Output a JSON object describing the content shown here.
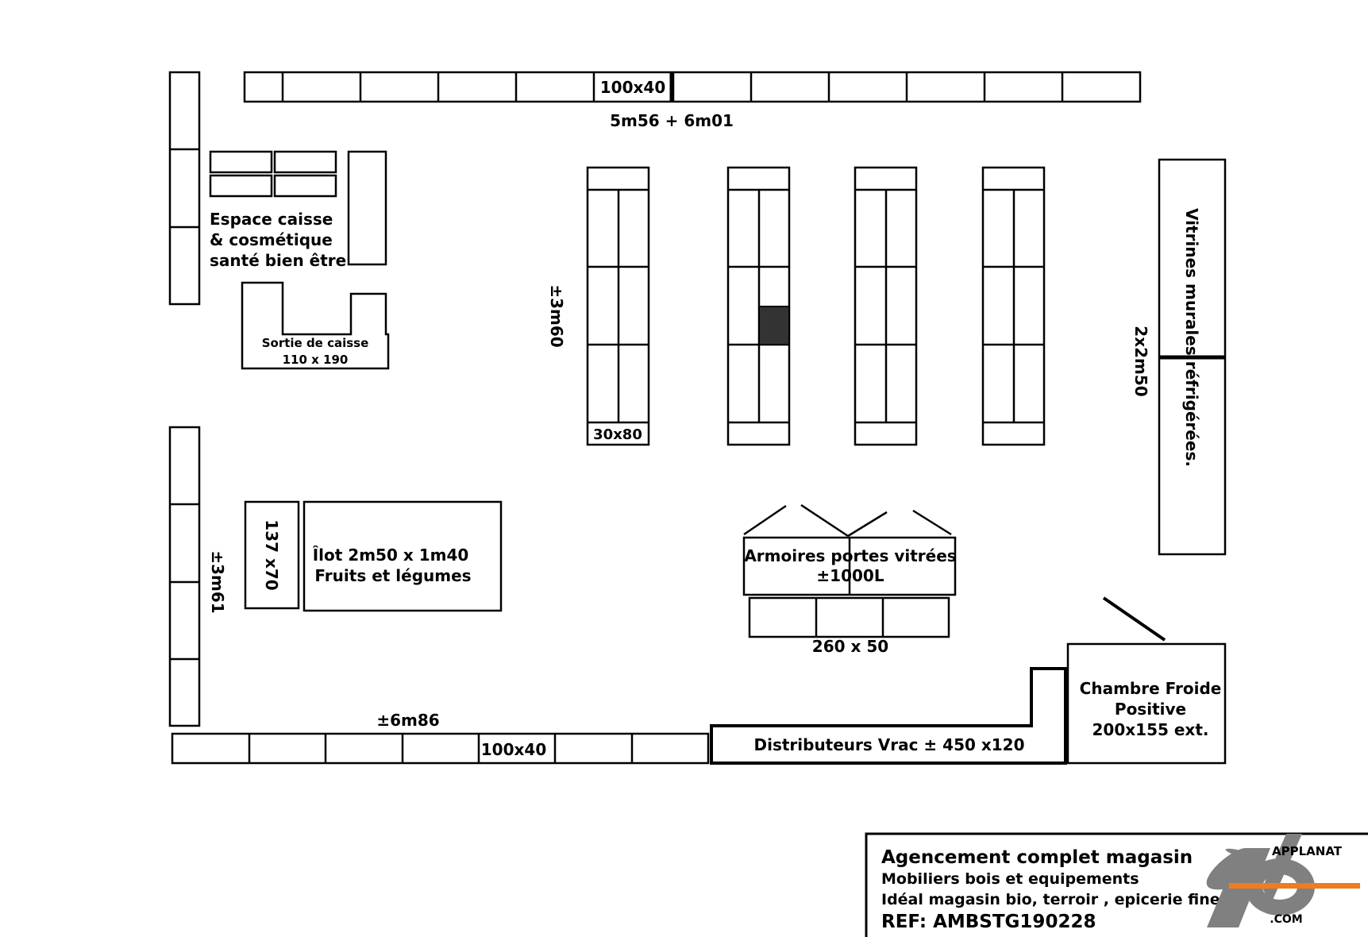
{
  "labels": {
    "top_shelf_size": "100x40",
    "top_wall_length": "5m56 + 6m01",
    "checkout_area_line1": "Espace caisse",
    "checkout_area_line2": "& cosmétique",
    "checkout_area_line3": "santé bien être",
    "checkout_exit_line1": "Sortie de caisse",
    "checkout_exit_line2": "110 x 190",
    "gondola_height": "±3m60",
    "gondola_head_size": "30x80",
    "wall_fridge_length": "2x2m50",
    "wall_fridge_title": "Vitrines murales réfrigérées.",
    "left_wall_length": "±3m61",
    "small_island_size": "137 x70",
    "island_line1": "Îlot 2m50 x 1m40",
    "island_line2": "Fruits et légumes",
    "glass_cabinets_line1": "Armoires portes vitrées",
    "glass_cabinets_line2": "±1000L",
    "glass_cabinets_size": "260 x 50",
    "cold_room_line1": "Chambre Froide",
    "cold_room_line2": "Positive",
    "cold_room_line3": "200x155 ext.",
    "bottom_wall_length": "±6m86",
    "bottom_shelf_size": "100x40",
    "bulk_dispensers": "Distributeurs Vrac  ± 450 x120"
  },
  "title_block": {
    "title": "Agencement complet magasin",
    "subtitle1": "Mobiliers bois et equipements",
    "subtitle2": "Idéal magasin bio, terroir , epicerie fine",
    "reference": "REF: AMBSTG190228",
    "logo_text_top": "APPLANAT",
    "logo_text_bottom": ".COM",
    "logo_icon": "applanat-logo-icon"
  },
  "colors": {
    "ink": "#000000",
    "filled_cell": "#333333",
    "logo_gray": "#808080",
    "logo_orange": "#f07c1f"
  }
}
